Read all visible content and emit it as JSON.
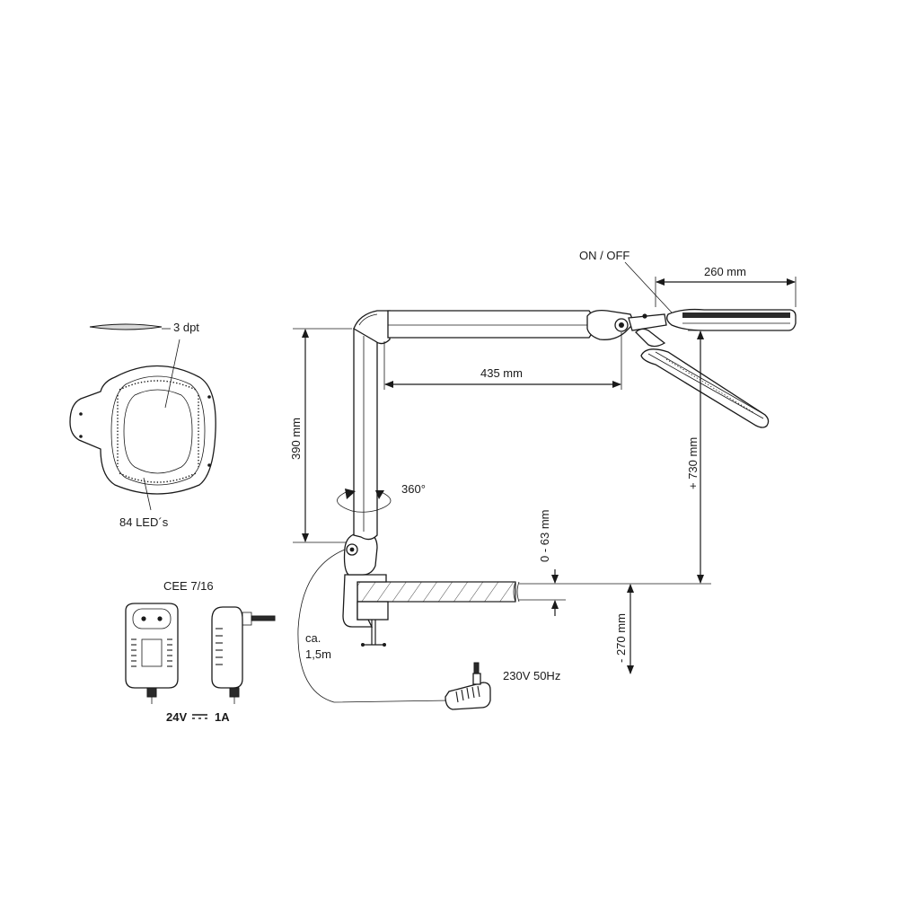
{
  "labels": {
    "on_off": "ON / OFF",
    "width_head": "260 mm",
    "arm_length": "435 mm",
    "height_arm": "390 mm",
    "height_total": "+ 730 mm",
    "rotation": "360°",
    "clamp_range": "0 - 63 mm",
    "below_table": "- 270 mm",
    "lens_power": "3 dpt",
    "led_count": "84 LED´s",
    "plug_standard": "CEE 7/16",
    "output_voltage": "24V",
    "output_current": "1A",
    "input_power": "230V  50Hz",
    "cable_prefix": "ca.",
    "cable_length": "1,5m"
  }
}
